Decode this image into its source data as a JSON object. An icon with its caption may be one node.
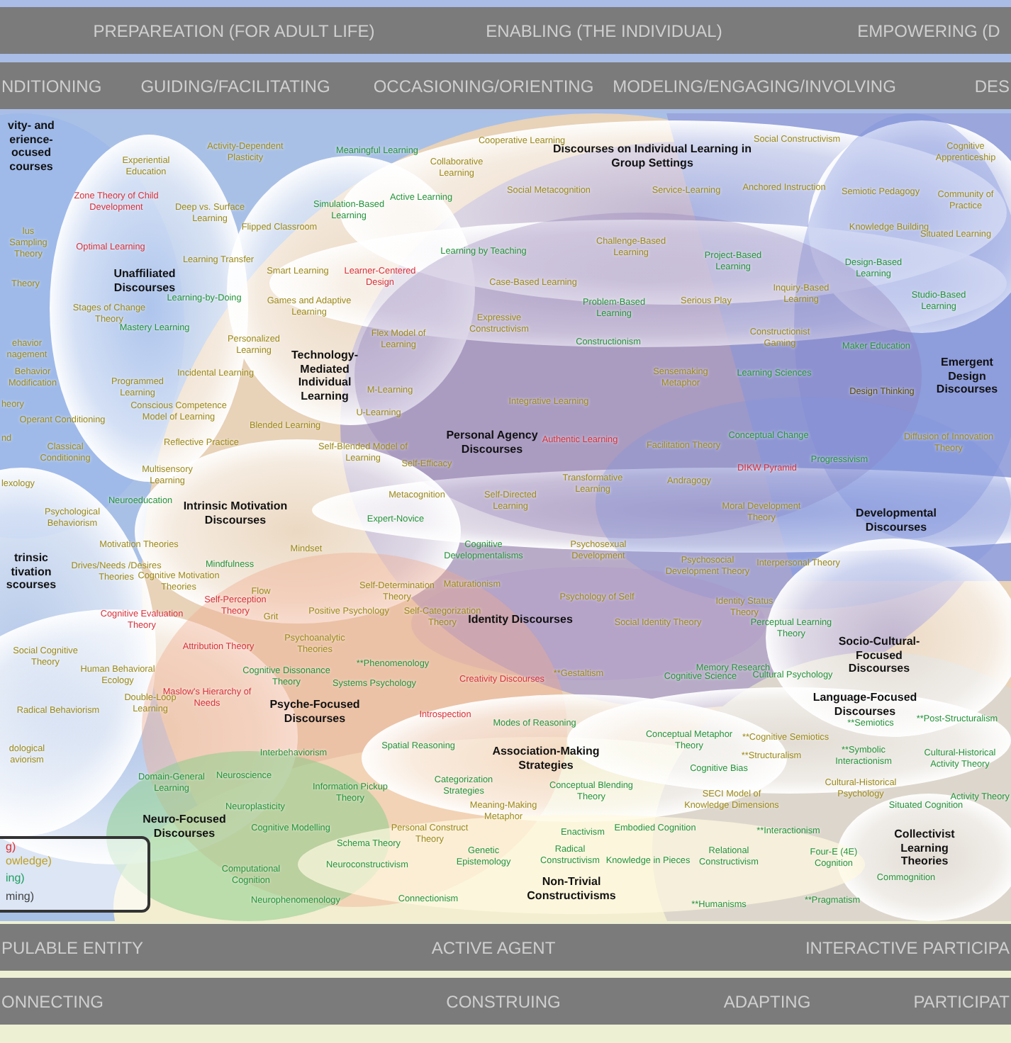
{
  "diagram": {
    "nodes": [
      {
        "text": [
          "PREPAREATION (FOR ADULT LIFE)",
          "ENABLING (THE INDIVIDUAL)",
          "EMPOWERING (D"
        ]
      },
      {
        "text": [
          "NDITIONING",
          "GUIDING/FACILITATING",
          "OCCASIONING/ORIENTING",
          "MODELING/ENGAGING/INVOLVING",
          "DES"
        ]
      },
      {
        "text": [
          "vity- and erience- ocused courses"
        ]
      },
      {
        "text": [
          "Unaffiliated Discourses"
        ]
      },
      {
        "text": [
          "Technology-Mediated Individual Learning"
        ]
      },
      {
        "text": [
          "Discourses on Individual Learning in Group Settings"
        ]
      },
      {
        "text": [
          "Emergent Design Discourses"
        ]
      },
      {
        "text": [
          "Personal Agency Discourses"
        ]
      },
      {
        "text": [
          "Intrinsic Motivation Discourses"
        ]
      },
      {
        "text": [
          "trinsic tivation scourses"
        ]
      },
      {
        "text": [
          "Developmental Discourses"
        ]
      },
      {
        "text": [
          "Identity Discourses"
        ]
      },
      {
        "text": [
          "Socio-Cultural-Focused Discourses"
        ]
      },
      {
        "text": [
          "Psyche-Focused Discourses"
        ]
      },
      {
        "text": [
          "Language-Focused Discourses"
        ]
      },
      {
        "text": [
          "Association-Making Strategies"
        ]
      },
      {
        "text": [
          "Neuro-Focused Discourses"
        ]
      },
      {
        "text": [
          "Collectivist Learning Theories"
        ]
      },
      {
        "text": [
          "Non-Trivial Constructivisms"
        ]
      },
      {
        "text": [
          "g)",
          "owledge)",
          "ing)",
          "ming)"
        ]
      },
      {
        "text": [
          "PULABLE ENTITY",
          "ACTIVE AGENT",
          "INTERACTIVE PARTICIPA"
        ]
      },
      {
        "text": [
          "ONNECTING",
          "CONSTRUING",
          "ADAPTING",
          "PARTICIPAT"
        ]
      }
    ],
    "labels": [
      "Activity-Dependent Plasticity",
      "Experiential Education",
      "Zone Theory of Child Development",
      "Deep vs. Surface Learning",
      "Flipped Classroom",
      "lus Sampling Theory",
      "Optimal Learning",
      "Learning Transfer",
      "Smart Learning",
      "Theory",
      "Learning-by-Doing",
      "Stages of Change Theory",
      "Mastery Learning",
      "Games and Adaptive Learning",
      "Personalized Learning",
      "ehavior nagement",
      "Behavior Modification",
      "Incidental Learning",
      "Programmed Learning",
      "heory",
      "Conscious Competence Model of Learning",
      "Operant Conditioning",
      "Blended Learning",
      "nd",
      "Reflective Practice",
      "Classical Conditioning",
      "Multisensory Learning",
      "lexology",
      "Neuroeducation",
      "Psychological Behaviorism",
      "Cooperative Learning",
      "Social Constructivism",
      "Meaningful Learning",
      "Collaborative Learning",
      "Cognitive Apprenticeship",
      "Anchored Instruction",
      "Service-Learning",
      "Social Metacognition",
      "Semiotic Pedagogy",
      "Active Learning",
      "Community of Practice",
      "Simulation-Based Learning",
      "Knowledge Building",
      "Situated Learning",
      "Challenge-Based Learning",
      "Learning by Teaching",
      "Project-Based Learning",
      "Design-Based Learning",
      "Learner-Centered Design",
      "Case-Based Learning",
      "Inquiry-Based Learning",
      "Serious Play",
      "Studio-Based Learning",
      "Problem-Based Learning",
      "Expressive Constructivism",
      "Constructionist Gaming",
      "Flex Model of Learning",
      "Constructionism",
      "Maker Education",
      "Learning Sciences",
      "Sensemaking Metaphor",
      "M-Learning",
      "Design Thinking",
      "Integrative Learning",
      "U-Learning",
      "Conceptual Change",
      "Diffusion of Innovation Theory",
      "Authentic Learning",
      "Facilitation Theory",
      "Self-Blended Model of Learning",
      "Progressivism",
      "Self-Efficacy",
      "DIKW Pyramid",
      "Andragogy",
      "Transformative Learning",
      "Metacognition",
      "Self-Directed Learning",
      "Moral Development Theory",
      "Expert-Novice",
      "Motivation Theories",
      "Mindset",
      "Cognitive Developmentalisms",
      "Psychosexual Development",
      "Mindfulness",
      "Interpersonal Theory",
      "Psychosocial Development Theory",
      "Drives/Needs /Desires Theories",
      "Cognitive Motivation Theories",
      "Maturationism",
      "Self-Determination Theory",
      "Flow",
      "Psychology of Self",
      "Self-Perception Theory",
      "Identity Status Theory",
      "Positive Psychology",
      "Grit",
      "Self-Categorization Theory",
      "Cognitive Evaluation Theory",
      "Social Identity Theory",
      "Perceptual Learning Theory",
      "Psychoanalytic Theories",
      "Attribution Theory",
      "Social Cognitive Theory",
      "**Phenomenology",
      "Memory Research",
      "Cultural Psychology",
      "Human Behavioral Ecology",
      "**Gestaltism",
      "Cognitive Science",
      "Creativity Discourses",
      "Cognitive Dissonance Theory",
      "Maslow's Hierarchy of Needs",
      "Systems Psychology",
      "Double-Loop Learning",
      "Radical Behaviorism",
      "Introspection",
      "Modes of Reasoning",
      "**Semiotics",
      "**Post-Structuralism",
      "**Cognitive Semiotics",
      "Conceptual Metaphor Theory",
      "Spatial Reasoning",
      "Interbehaviorism",
      "dological aviorism",
      "**Structuralism",
      "**Symbolic Interactionism",
      "Cultural-Historical Activity Theory",
      "Cognitive Bias",
      "Neuroscience",
      "Domain-General Learning",
      "Categorization Strategies",
      "Conceptual Blending Theory",
      "Cultural-Historical Psychology",
      "Information Pickup Theory",
      "SECI Model of Knowledge Dimensions",
      "Activity Theory",
      "Situated Cognition",
      "Neuroplasticity",
      "Meaning-Making Metaphor",
      "Cognitive Modelling",
      "Personal Construct Theory",
      "Embodied Cognition",
      "Enactivism",
      "**Interactionism",
      "Schema Theory",
      "Genetic Epistemology",
      "Radical Constructivism",
      "Relational Constructivism",
      "Four-E (4E) Cognition",
      "Knowledge in Pieces",
      "Neuroconstructivism",
      "Computational Cognition",
      "Commognition",
      "Connectionism",
      "Neurophenomenology",
      "**Pragmatism",
      "**Humanisms"
    ]
  }
}
